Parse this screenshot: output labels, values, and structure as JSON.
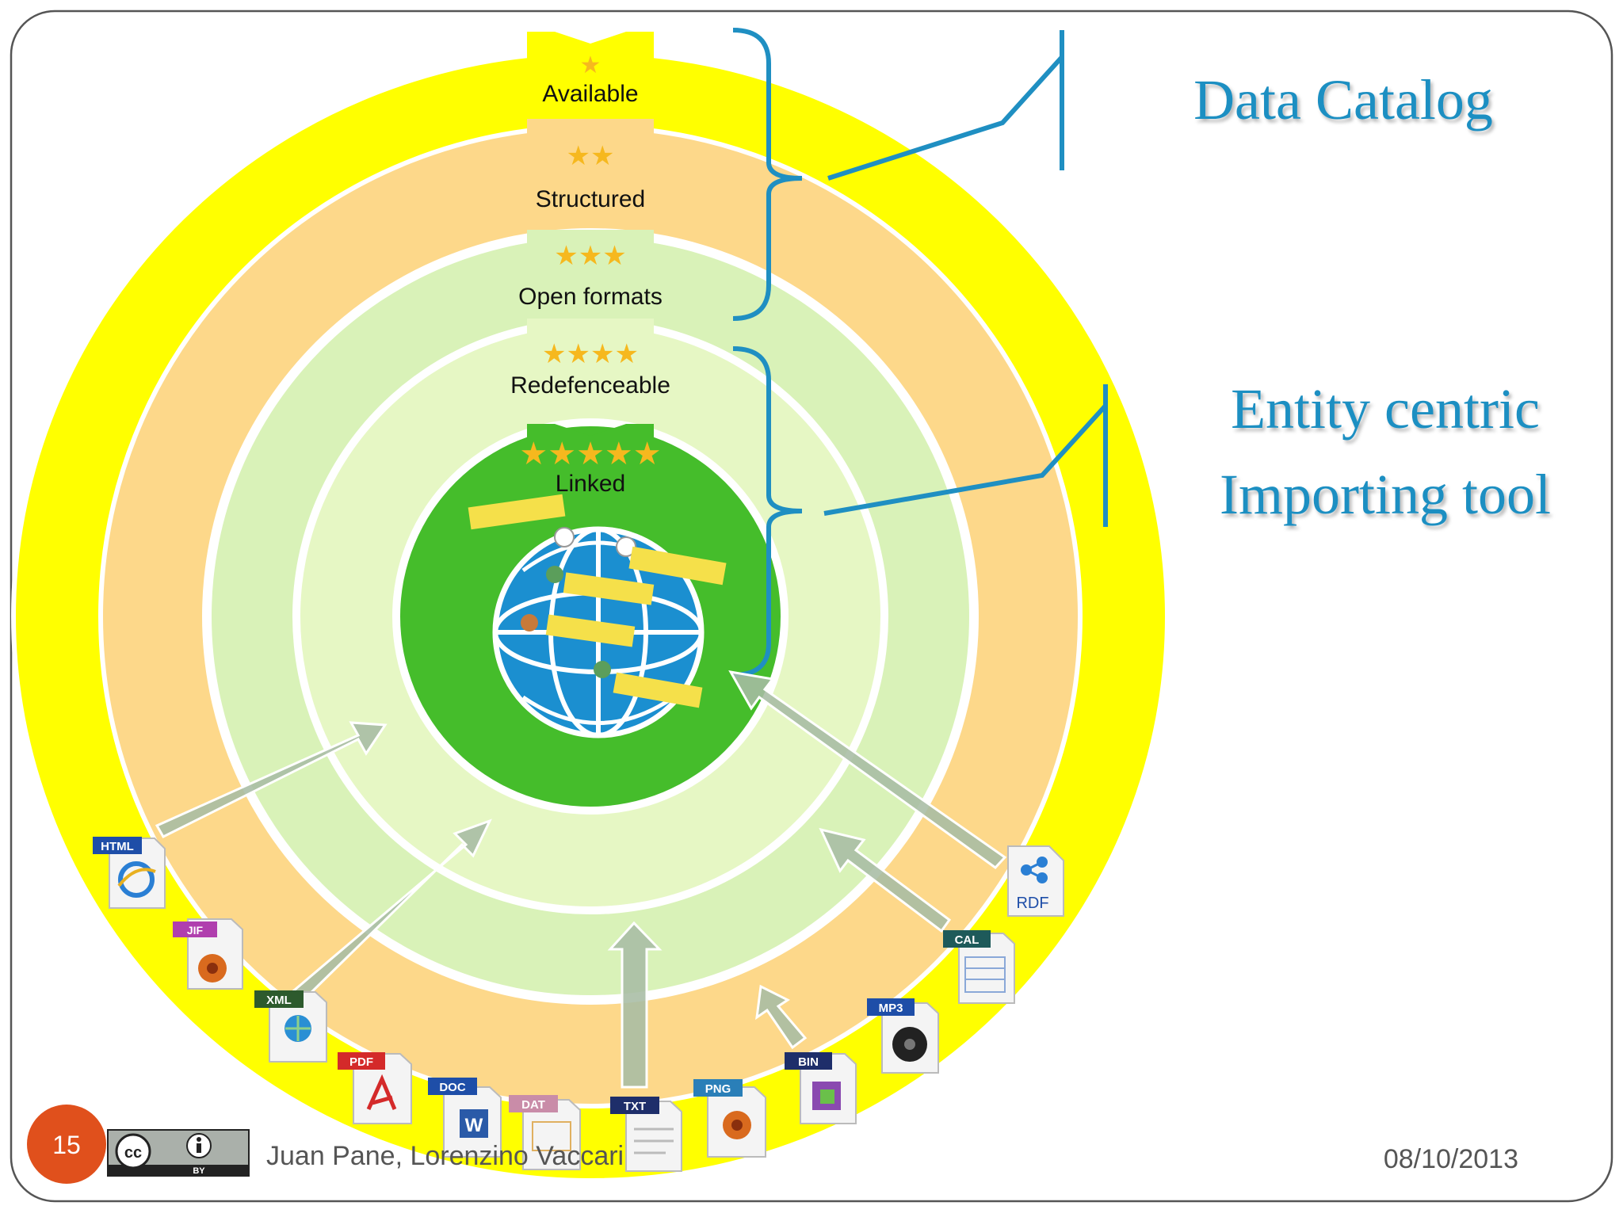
{
  "rings": [
    {
      "label": "Available",
      "stars": "★",
      "color": "#ffff00"
    },
    {
      "label": "Structured",
      "stars": "★★",
      "color": "#fdd88a"
    },
    {
      "label": "Open formats",
      "stars": "★★★",
      "color": "#d9f2b8"
    },
    {
      "label": "Redefenceable",
      "stars": "★★★★",
      "color": "#e6f7c4"
    },
    {
      "label": "Linked",
      "stars": "★★★★★",
      "color": "#45bd2b"
    }
  ],
  "callouts": {
    "data_catalog": "Data Catalog",
    "entity_line1": "Entity centric",
    "entity_line2": "Importing tool"
  },
  "file_icons": [
    "HTML",
    "JIF",
    "XML",
    "PDF",
    "DOC",
    "DAT",
    "TXT",
    "PNG",
    "BIN",
    "MP3",
    "CAL",
    "RDF"
  ],
  "footer": {
    "slide_number": "15",
    "license_cc": "cc",
    "license_by": "BY",
    "authors": "Juan Pane, Lorenzino Vaccari",
    "date": "08/10/2013"
  },
  "colors": {
    "accent": "#1f8fc2",
    "star": "#f6b81e",
    "slide_number_bg": "#e0501c",
    "arrow": "#9fb8a0"
  }
}
